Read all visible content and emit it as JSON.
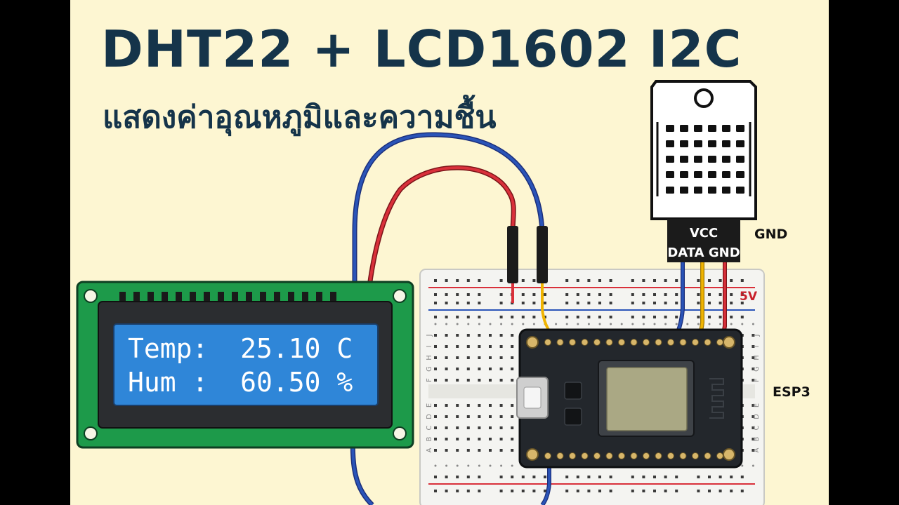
{
  "title": "DHT22 + LCD1602 I2C",
  "subtitle": "แสดงค่าอุณหภูมิและความชื้น",
  "lcd": {
    "line1": "Temp:  25.10 C",
    "line2": "Hum :  60.50 %"
  },
  "sensor": {
    "pin_top": "VCC",
    "pin_bottom": "DATA GND",
    "side_label": "GND"
  },
  "breadboard": {
    "rail_label": "5V",
    "row_letters_left": [
      "J",
      "I",
      "H",
      "G",
      "F",
      "E",
      "D",
      "C",
      "B",
      "A"
    ],
    "row_letters_right": [
      "J",
      "I",
      "H",
      "G",
      "F",
      "E",
      "D",
      "C",
      "B",
      "A"
    ]
  },
  "esp": {
    "side_label": "ESP3"
  },
  "colors": {
    "background": "#fdf6d2",
    "title": "#15344a",
    "lcd_board": "#1d9a4a",
    "lcd_screen": "#2f86d8",
    "wire_red": "#d9303a",
    "wire_blue": "#2a54b8",
    "wire_yellow": "#f0b400"
  }
}
